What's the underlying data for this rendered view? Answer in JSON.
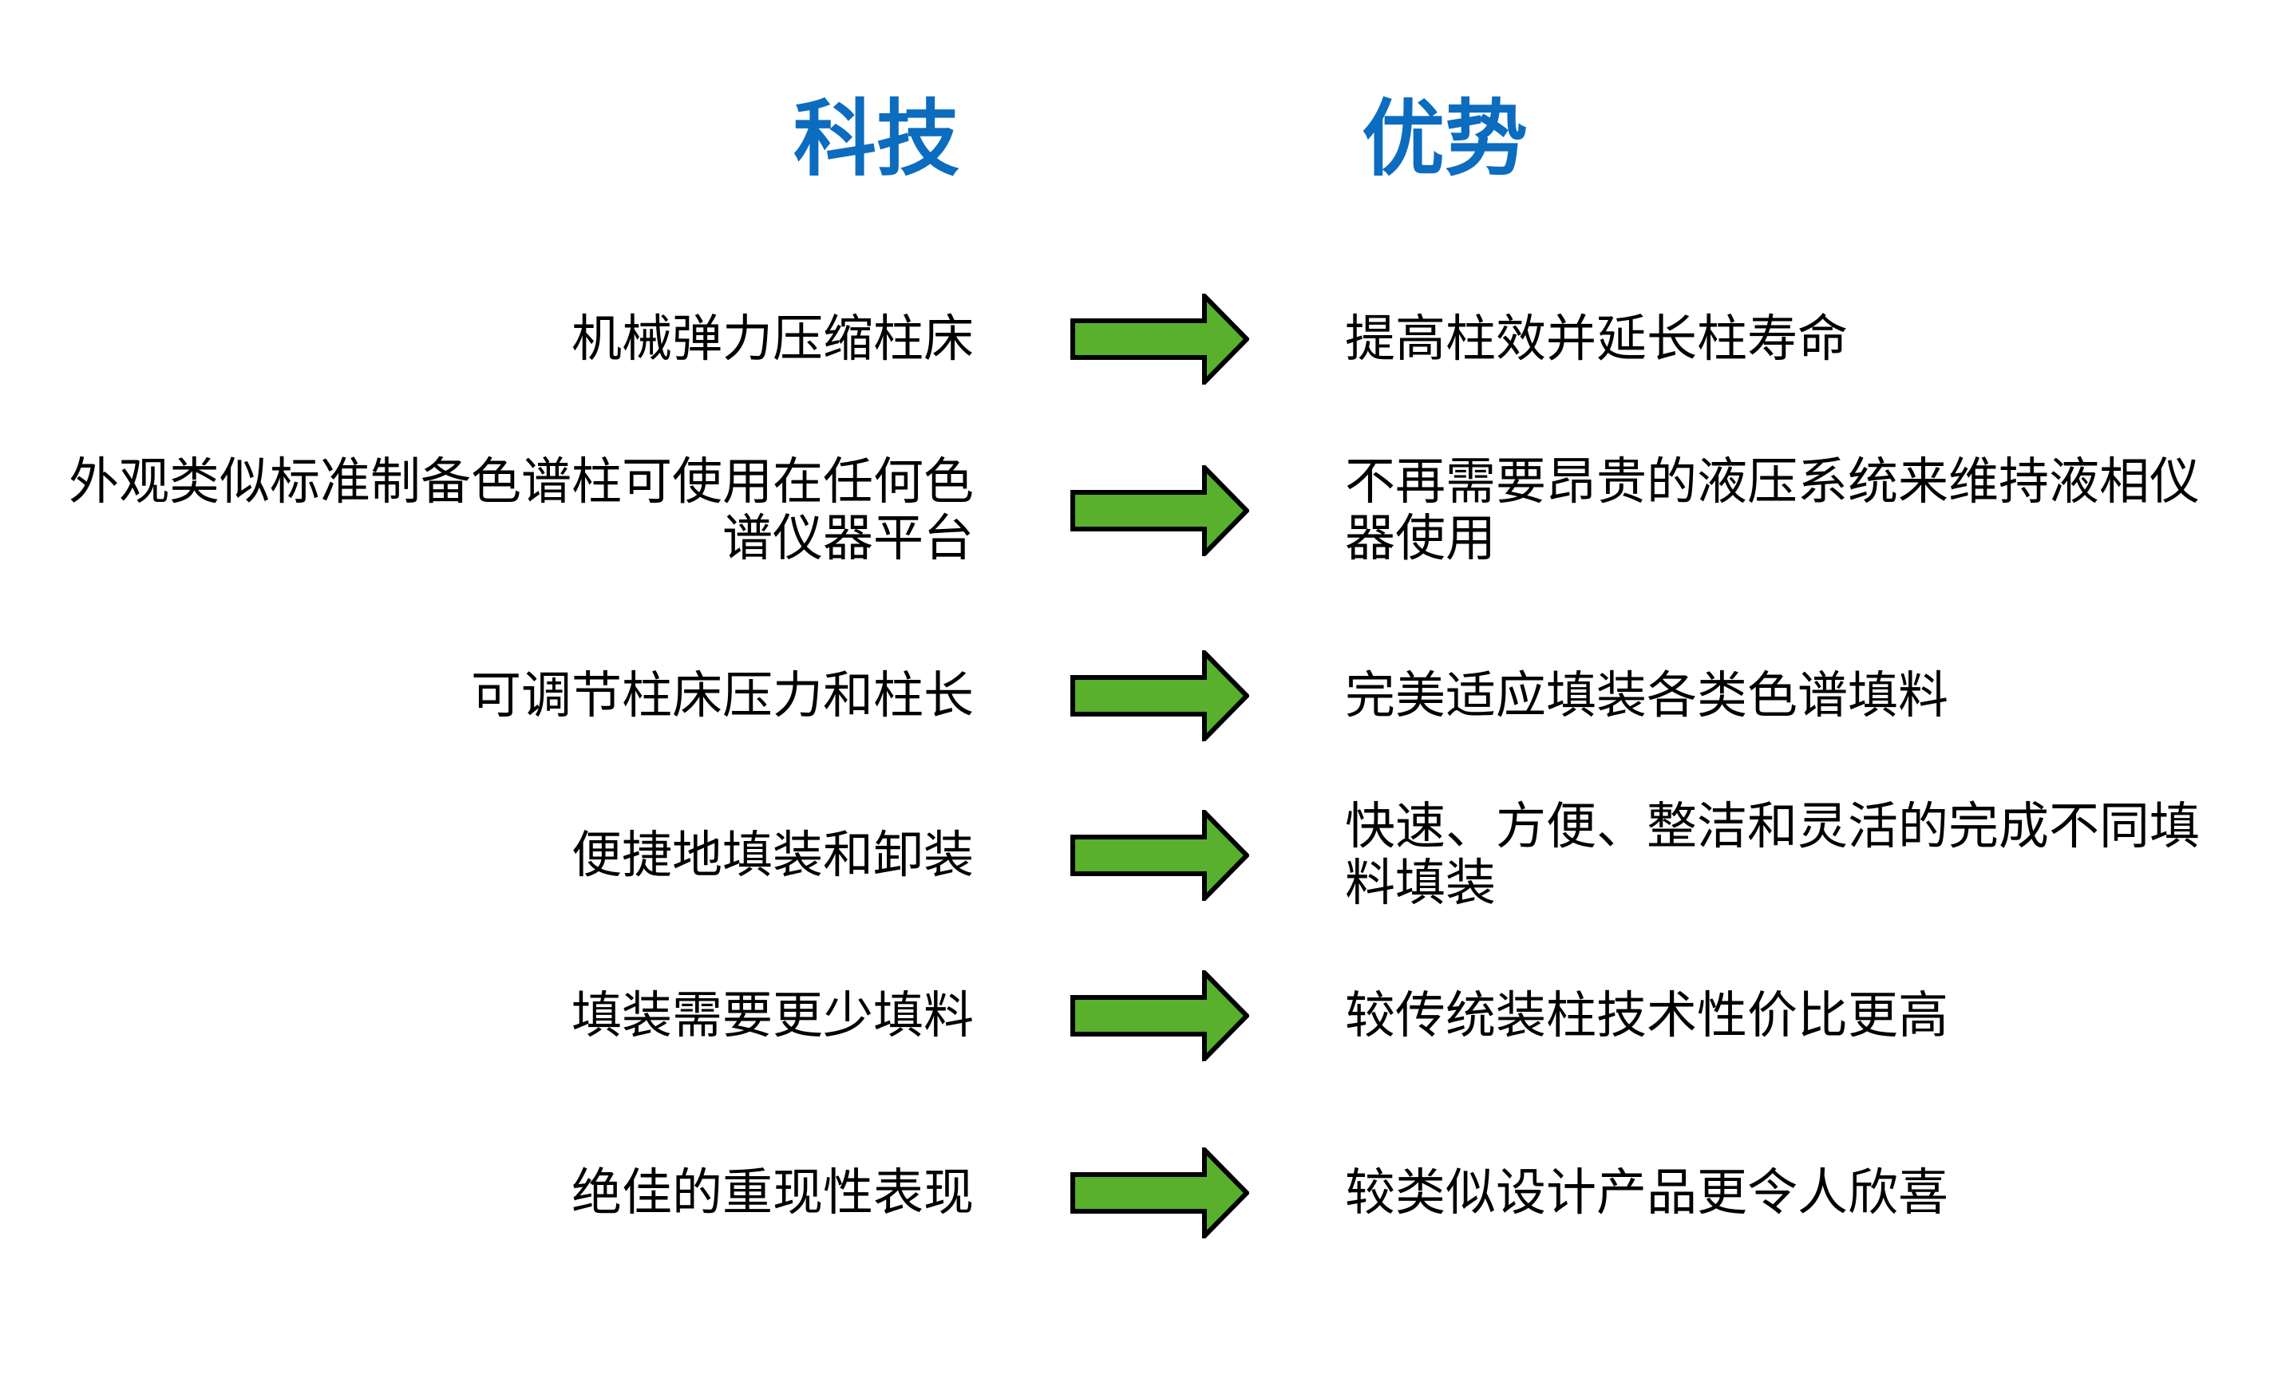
{
  "page": {
    "background_color": "#ffffff",
    "text_color": "#000000"
  },
  "header": {
    "tech_title": "科技",
    "benefit_title": "优势",
    "title_color": "#0C6CBF"
  },
  "arrow": {
    "name": "right-arrow",
    "direction": "right",
    "fill_color": "#58B02C",
    "outline_color": "#000000"
  },
  "rows": [
    {
      "tech": "机械弹力压缩柱床",
      "benefit": "提高柱效并延长柱寿命"
    },
    {
      "tech": "外观类似标准制备色谱柱可使用在任何色\n谱仪器平台",
      "benefit": "不再需要昂贵的液压系统来维持液相仪\n器使用"
    },
    {
      "tech": "可调节柱床压力和柱长",
      "benefit": "完美适应填装各类色谱填料"
    },
    {
      "tech": "便捷地填装和卸装",
      "benefit": "快速、方便、整洁和灵活的完成不同填\n料填装"
    },
    {
      "tech": "填装需要更少填料",
      "benefit": "较传统装柱技术性价比更高"
    },
    {
      "tech": "绝佳的重现性表现",
      "benefit": "较类似设计产品更令人欣喜"
    }
  ]
}
